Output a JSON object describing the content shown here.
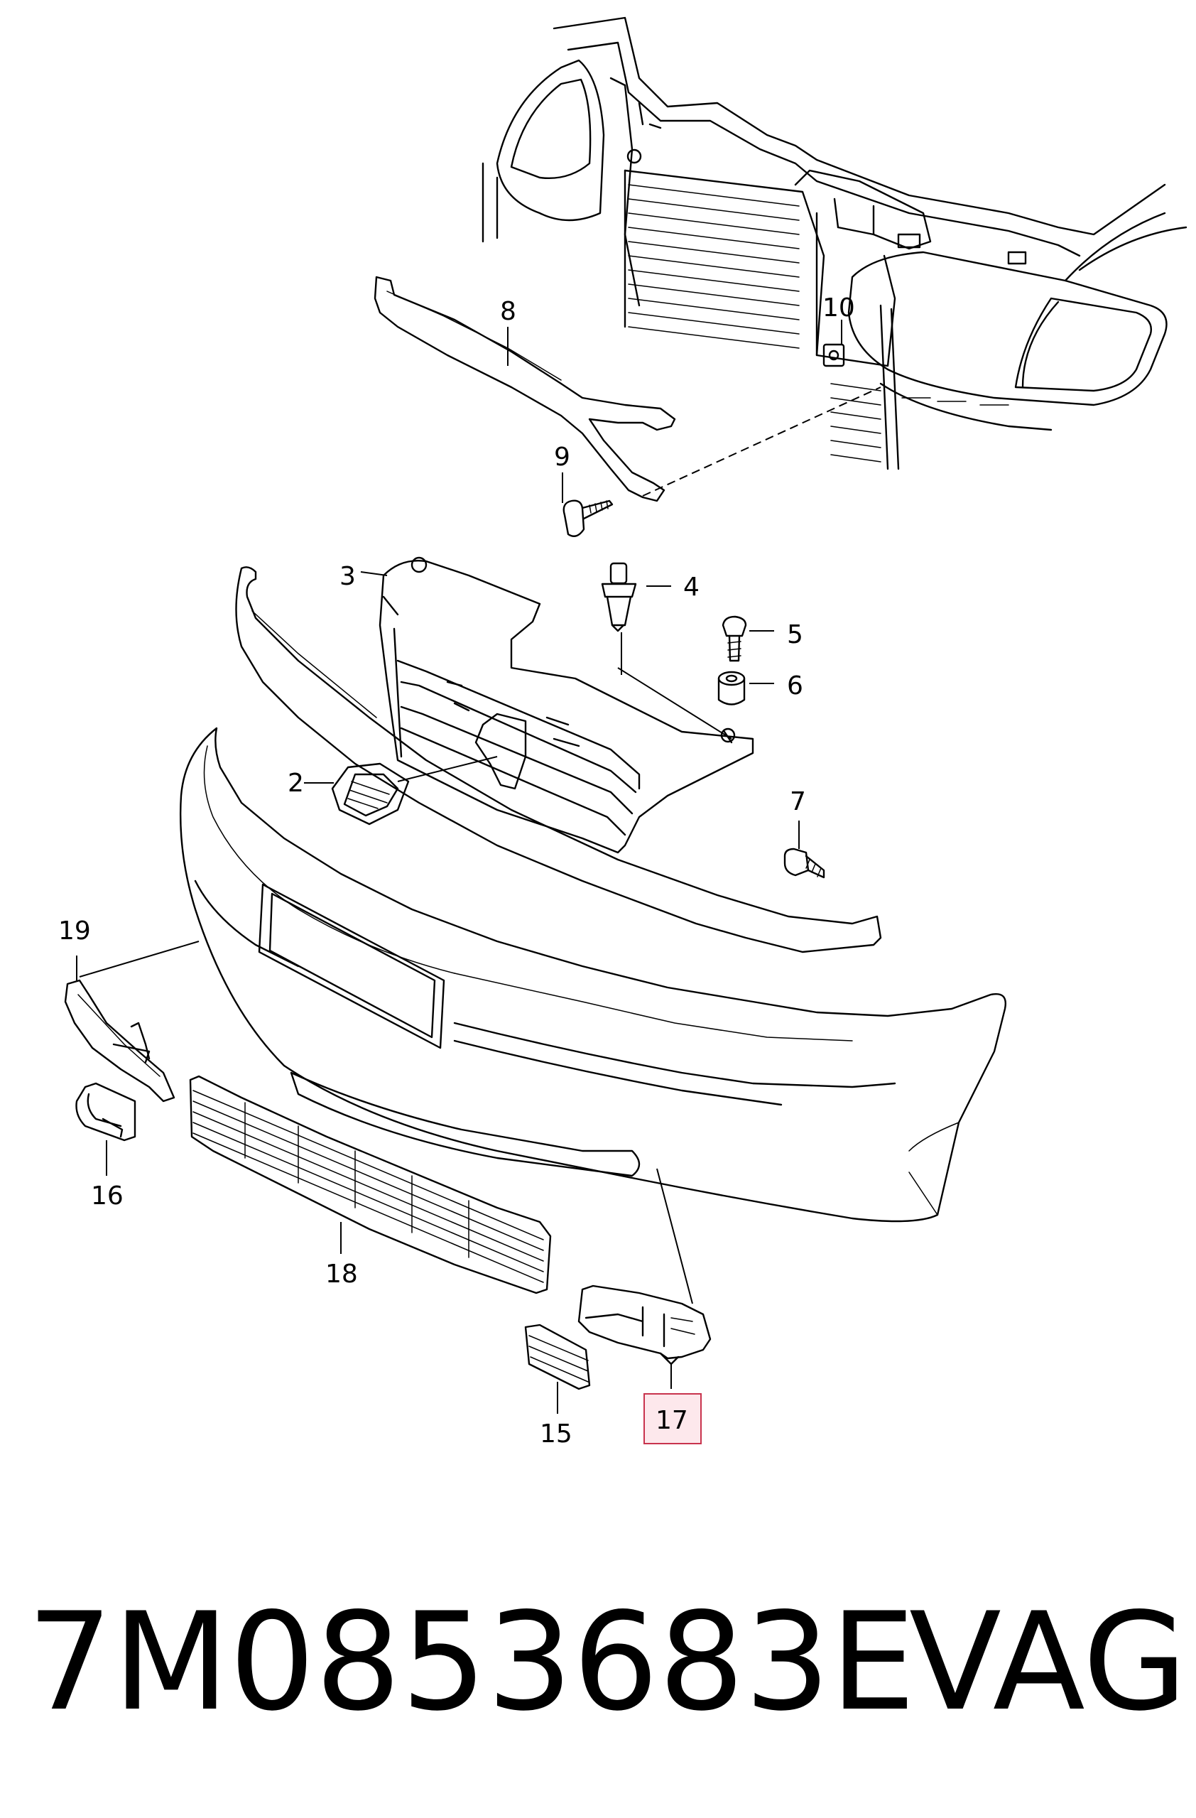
{
  "labels": {
    "l2": "2",
    "l3": "3",
    "l4": "4",
    "l5": "5",
    "l6": "6",
    "l7": "7",
    "l8": "8",
    "l9": "9",
    "l10": "10",
    "l15": "15",
    "l16": "16",
    "l17": "17",
    "l18": "18",
    "l19": "19"
  },
  "highlighted_part": "17",
  "caption": {
    "part_number": "7M0853683E",
    "brand": "VAG"
  }
}
